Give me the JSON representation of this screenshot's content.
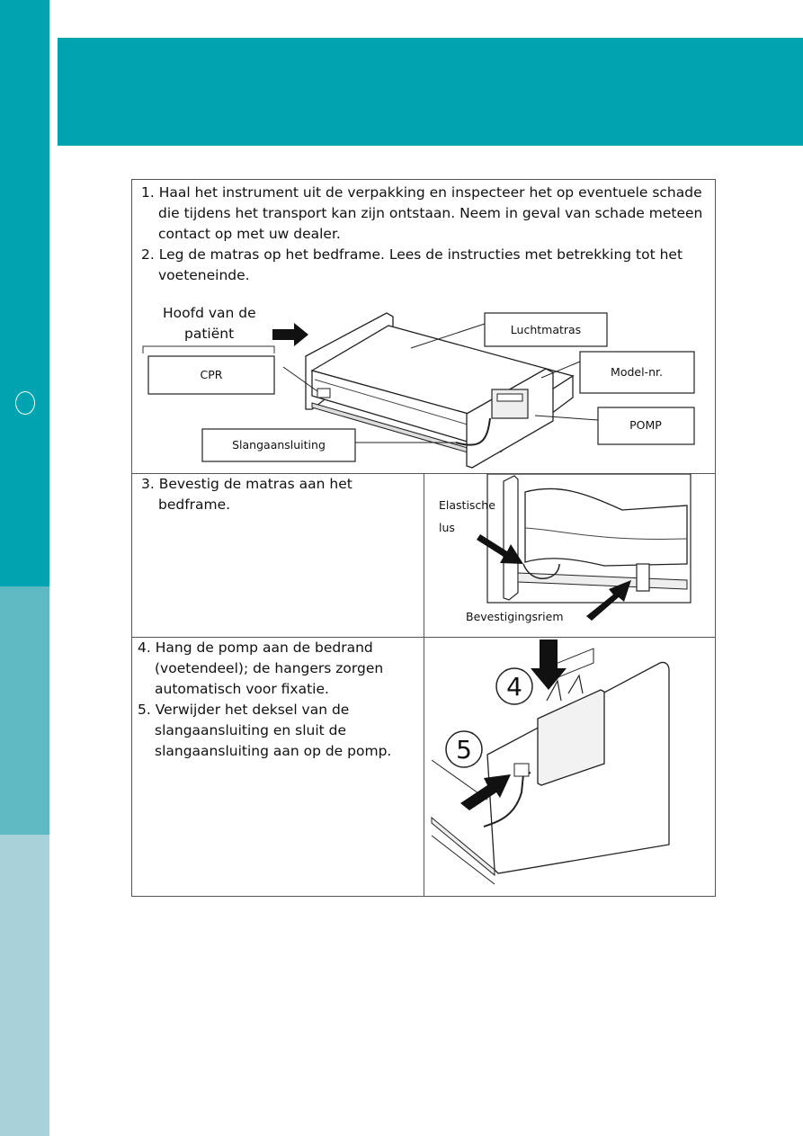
{
  "steps": {
    "s1_l1": "1. Haal het instrument uit de verpakking en inspecteer het op eventuele schade",
    "s1_l2": "die tijdens het transport kan zijn ontstaan. Neem in geval van schade meteen",
    "s1_l3": "contact op met uw dealer.",
    "s2_l1": "2. Leg de matras op het bedframe. Lees de instructies met betrekking tot het",
    "s2_l2": "voeteneinde.",
    "s3_l1": "3. Bevestig de matras aan het",
    "s3_l2": "bedframe.",
    "s4_l1": "4. Hang de pomp aan de bedrand",
    "s4_l2": "(voetendeel); de hangers zorgen",
    "s4_l3": "automatisch voor fixatie.",
    "s5_l1": "5. Verwijder het deksel van de",
    "s5_l2": "slangaansluiting en sluit de",
    "s5_l3": "slangaansluiting aan op de pomp."
  },
  "diagram1": {
    "head_l1": "Hoofd van de",
    "head_l2": "patiënt",
    "cpr": "CPR",
    "air_mattress": "Luchtmatras",
    "model_nr": "Model-nr.",
    "pump": "POMP",
    "hose_connector": "Slangaansluiting"
  },
  "diagram2": {
    "elastic_l1": "Elastische",
    "elastic_l2": "lus",
    "strap": "Bevestigingsriem"
  },
  "diagram3": {
    "num4": "4",
    "num5": "5"
  }
}
